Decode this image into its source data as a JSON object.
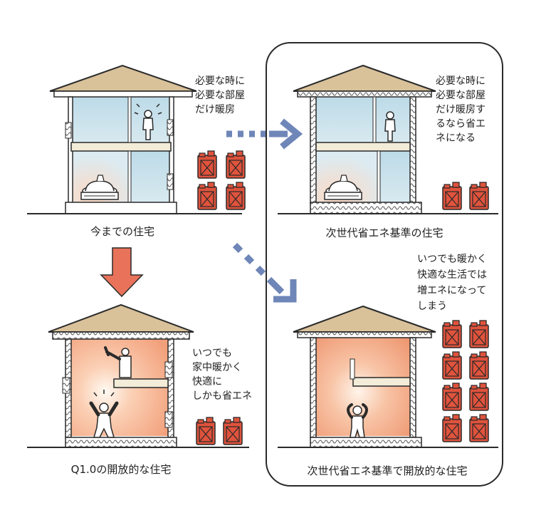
{
  "panels": {
    "current": {
      "caption": "今までの住宅",
      "note": [
        "必要な時に",
        "必要な部屋",
        "だけ暖房"
      ],
      "fuel_cans": 4
    },
    "next_gen": {
      "caption": "次世代省エネ基準の住宅",
      "note": [
        "必要な時に",
        "必要な部屋",
        "だけ暖房す",
        "るなら省エ",
        "ネになる"
      ],
      "fuel_cans": 2
    },
    "q1_open": {
      "caption": "Q1.0の開放的な住宅",
      "note": [
        "いつでも",
        "家中暖かく",
        "快適に",
        "しかも省エネ"
      ],
      "fuel_cans": 2
    },
    "next_gen_open": {
      "caption": "次世代省エネ基準で開放的な住宅",
      "note": [
        "いつでも暖かく",
        "快適な生活では",
        "増エネになって",
        "しまう"
      ],
      "fuel_cans": 8
    }
  },
  "colors": {
    "roof": "#d9c19a",
    "outline": "#2a2a2a",
    "arrow_blue": "#6f86b8",
    "arrow_red": "#e8735a",
    "can_red": "#e0533c",
    "warm_glow": "#f6a47a",
    "cool_room": "#c9e1ec"
  },
  "icons": [
    "fuel-can-icon",
    "heater-icon",
    "person-icon",
    "arrow-icon"
  ]
}
